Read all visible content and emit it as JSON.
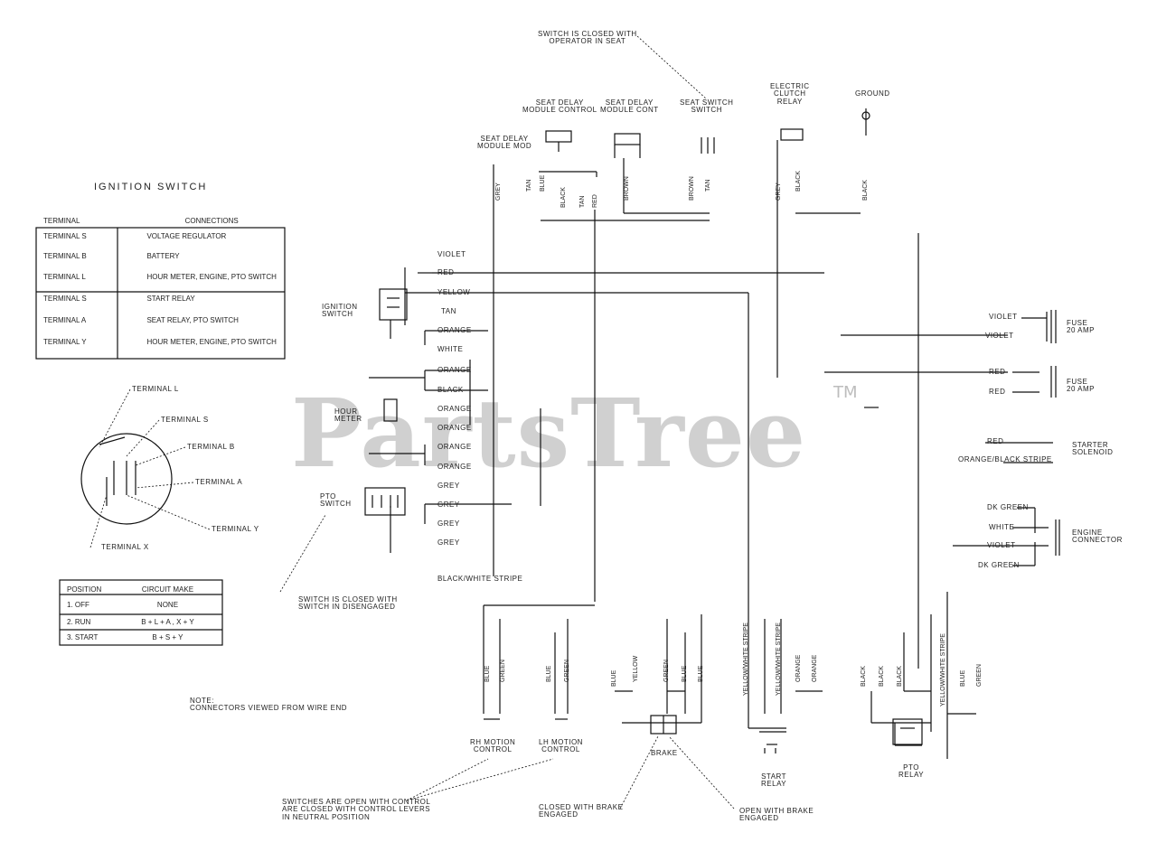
{
  "watermark": {
    "text": "PartsTree",
    "tm": "TM"
  },
  "ignition_table": {
    "title": "IGNITION SWITCH",
    "headers": [
      "TERMINAL",
      "CONNECTIONS"
    ],
    "rows": [
      [
        "TERMINAL S",
        "VOLTAGE REGULATOR"
      ],
      [
        "TERMINAL B",
        "BATTERY"
      ],
      [
        "TERMINAL L",
        "HOUR METER, ENGINE, PTO SWITCH"
      ],
      [
        "TERMINAL S",
        "START RELAY"
      ],
      [
        "TERMINAL A",
        "SEAT RELAY, PTO SWITCH"
      ],
      [
        "TERMINAL Y",
        "HOUR METER, ENGINE, PTO SWITCH"
      ]
    ]
  },
  "position_table": {
    "headers": [
      "POSITION",
      "CIRCUIT MAKE"
    ],
    "rows": [
      [
        "1. OFF",
        "NONE"
      ],
      [
        "2. RUN",
        "B + L + A , X + Y"
      ],
      [
        "3. START",
        "B + S + Y"
      ]
    ]
  },
  "switch_terminals": [
    "TERMINAL L",
    "TERMINAL S",
    "TERMINAL B",
    "TERMINAL A",
    "TERMINAL Y",
    "TERMINAL X"
  ],
  "components": {
    "seat_closed_note": "SWITCH IS CLOSED WITH\nOPERATOR IN SEAT",
    "seat_delay_1": "SEAT DELAY\nMODULE CONTROL",
    "seat_delay_2": "SEAT DELAY\nMODULE CONT",
    "seat_switch": "SEAT SWITCH\nSWITCH",
    "seat_delay_3": "SEAT DELAY\nMODULE MOD",
    "electric_clutch": "ELECTRIC\nCLUTCH\nRELAY",
    "ground": "GROUND",
    "ignition_switch": "IGNITION\nSWITCH",
    "hour_meter": "HOUR\nMETER",
    "pto_switch": "PTO\nSWITCH",
    "pto_note": "SWITCH IS CLOSED WITH\nSWITCH IN DISENGAGED",
    "fuse_1": "FUSE\n20 AMP",
    "fuse_2": "FUSE\n20 AMP",
    "starter_solenoid": "STARTER\nSOLENOID",
    "engine_connector": "ENGINE\nCONNECTOR",
    "lh_motion": "LH MOTION\nCONTROL",
    "rh_motion": "RH MOTION\nCONTROL",
    "brake": "BRAKE",
    "start_relay": "START\nRELAY",
    "pto_relay": "PTO\nRELAY",
    "note": "NOTE:\nCONNECTORS VIEWED FROM WIRE END",
    "motion_note": "SWITCHES ARE OPEN WITH CONTROL\nARE CLOSED WITH CONTROL LEVERS\nIN NEUTRAL POSITION",
    "brake_note_1": "CLOSED WITH BRAKE\nENGAGED",
    "brake_note_2": "OPEN WITH BRAKE\nENGAGED"
  },
  "wires": {
    "ignition_harness": [
      "VIOLET",
      "RED",
      "YELLOW",
      "TAN",
      "ORANGE",
      "WHITE",
      "ORANGE",
      "BLACK",
      "ORANGE",
      "ORANGE",
      "ORANGE",
      "ORANGE",
      "GREY",
      "GREY",
      "GREY",
      "GREY",
      "BLACK/WHITE STRIPE"
    ],
    "top_row": [
      "GREY",
      "TAN",
      "BLUE",
      "BLACK",
      "TAN",
      "RED",
      "BROWN",
      "BROWN",
      "TAN",
      "GREY",
      "BLACK",
      "BLACK"
    ],
    "fuse_wires": [
      "VIOLET",
      "VIOLET",
      "RED",
      "RED"
    ],
    "starter_wires": [
      "RED",
      "ORANGE/BLACK STRIPE"
    ],
    "connector_wires": [
      "DK GREEN",
      "WHITE",
      "VIOLET",
      "DK GREEN"
    ],
    "bottom_wires": [
      "BLUE",
      "GREEN",
      "BLUE",
      "GREEN",
      "BLUE",
      "YELLOW",
      "GREEN",
      "BLUE",
      "BLUE",
      "YELLOW/WHITE STRIPE",
      "YELLOW/WHITE STRIPE",
      "ORANGE",
      "ORANGE",
      "BLACK",
      "BLACK",
      "BLACK",
      "YELLOW/WHITE STRIPE",
      "BLUE",
      "GREEN"
    ]
  }
}
